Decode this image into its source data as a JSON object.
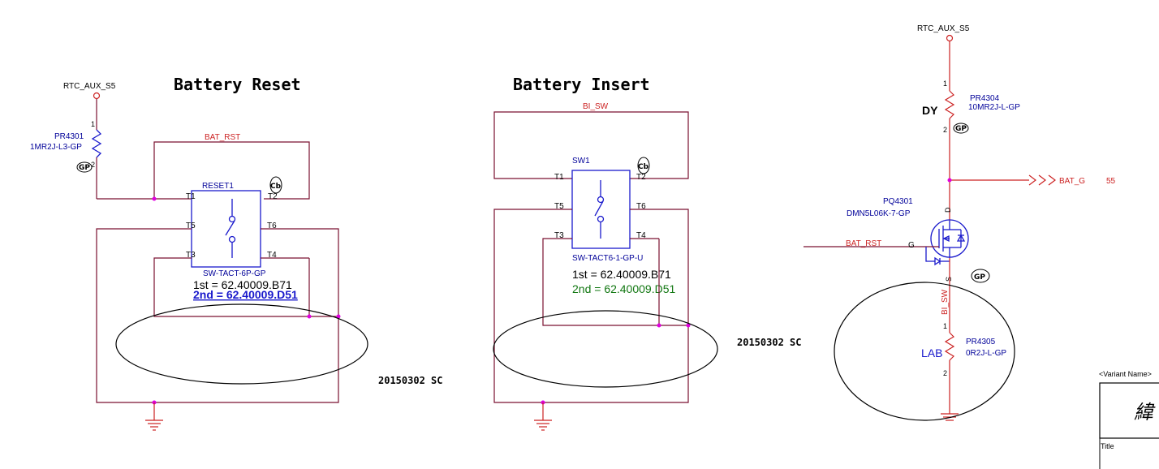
{
  "sections": {
    "reset_title": "Battery Reset",
    "insert_title": "Battery Insert"
  },
  "nets": {
    "rtc_left": "RTC_AUX_S5",
    "rtc_right": "RTC_AUX_S5",
    "bat_rst_top": "BAT_RST",
    "bi_sw_top": "BI_SW",
    "bat_rst_gate": "BAT_RST",
    "bi_sw_vertical": "BI_SW",
    "bat_g": "BAT_G",
    "bat_g_page": "55"
  },
  "parts": {
    "pr4301": {
      "ref": "PR4301",
      "value": "1MR2J-L3-GP",
      "pin1": "1",
      "pin2": "2"
    },
    "reset1": {
      "ref": "RESET1",
      "value": "SW-TACT-6P-GP",
      "pins": {
        "t1": "T1",
        "t2": "T2",
        "t3": "T3",
        "t4": "T4",
        "t5": "T5",
        "t6": "T6"
      },
      "first": "1st = 62.40009.B71",
      "second": "2nd = 62.40009.D51"
    },
    "sw1": {
      "ref": "SW1",
      "value": "SW-TACT6-1-GP-U",
      "pins": {
        "t1": "T1",
        "t2": "T2",
        "t3": "T3",
        "t4": "T4",
        "t5": "T5",
        "t6": "T6"
      },
      "first": "1st = 62.40009.B71",
      "second": "2nd = 62.40009.D51"
    },
    "pr4304": {
      "ref": "PR4304",
      "value": "10MR2J-L-GP",
      "pin1": "1",
      "pin2": "2",
      "tag": "DY"
    },
    "pq4301": {
      "ref": "PQ4301",
      "value": "DMN5L06K-7-GP",
      "d": "D",
      "g": "G",
      "s": "S"
    },
    "pr4305": {
      "ref": "PR4305",
      "value": "0R2J-L-GP",
      "pin1": "1",
      "pin2": "2",
      "tag": "LAB"
    }
  },
  "badges": {
    "cb1": "Cb",
    "cb2": "Cb",
    "gp1": "GP",
    "gp2": "GP",
    "gp3": "GP"
  },
  "notes": {
    "date_reset": "20150302 SC",
    "date_insert": "20150302 SC"
  },
  "titleblock": {
    "variant_label": "<Variant Name>",
    "title_label": "Title",
    "logo_char": "緯"
  }
}
